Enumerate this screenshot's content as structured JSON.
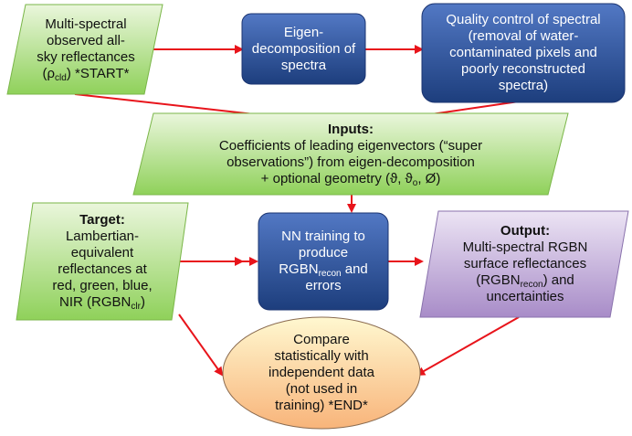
{
  "diagram": {
    "colors": {
      "green_top": "#eaf6dc",
      "green_bottom": "#8fd15a",
      "blue_top": "#5278c4",
      "blue_bottom": "#1d3e7d",
      "purple_top": "#ece4f4",
      "purple_bottom": "#a88cc8",
      "orange_top": "#fff8d0",
      "orange_bottom": "#f8b47a",
      "arrow": "#e8141b"
    },
    "nodes": {
      "observed": {
        "line1": "Multi-spectral",
        "line2": "observed all-",
        "line3": "sky reflectances",
        "line4_pre": "(ρ",
        "line4_sub": "cld",
        "line4_post": ") *START*"
      },
      "eigen": {
        "line1": "Eigen-",
        "line2": "decomposition of",
        "line3": "spectra"
      },
      "quality": {
        "line1": "Quality control of spectral",
        "line2": "(removal of water-",
        "line3": "contaminated pixels and",
        "line4": "poorly reconstructed",
        "line5": "spectra)"
      },
      "inputs": {
        "title": "Inputs:",
        "line1": "Coefficients of leading eigenvectors (“super",
        "line2": "observations”) from eigen-decomposition",
        "line3_pre": "+ optional geometry (ϑ, ϑ",
        "line3_sub": "o",
        "line3_post": ", Ø)"
      },
      "target": {
        "title": "Target:",
        "line1": "Lambertian-",
        "line2": "equivalent",
        "line3": "reflectances at",
        "line4": "red, green, blue,",
        "line5_pre": "NIR (RGBN",
        "line5_sub": "clr",
        "line5_post": ")"
      },
      "nn": {
        "line1": "NN training to",
        "line2": "produce",
        "line3_pre": "RGBN",
        "line3_sub": "recon",
        "line3_post": " and",
        "line4": "errors"
      },
      "output": {
        "title": "Output:",
        "line1": "Multi-spectral RGBN",
        "line2": "surface reflectances",
        "line3_pre": "(RGBN",
        "line3_sub": "recon",
        "line3_post": ") and",
        "line4": "uncertainties"
      },
      "compare": {
        "line1": "Compare",
        "line2": "statistically with",
        "line3": "independent data",
        "line4": "(not used in",
        "line5": "training) *END*"
      }
    }
  }
}
